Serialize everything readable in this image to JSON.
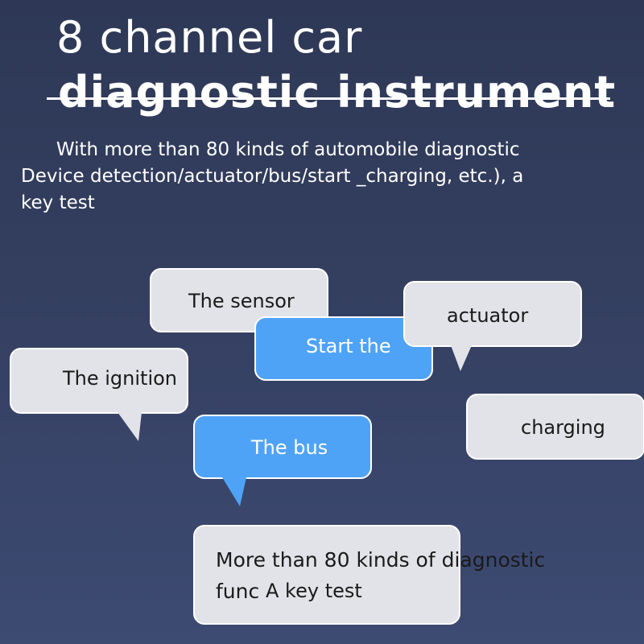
{
  "title": {
    "line1": "8 channel car",
    "line2": "diagnostic instrument"
  },
  "description": {
    "line1": "      With more than 80 kinds of automobile diagnostic",
    "line2": "Device detection/actuator/bus/start _charging, etc.), a",
    "line3": "key test"
  },
  "bubbles": {
    "sensor": "The sensor",
    "start": "Start the",
    "actuator": "actuator",
    "ignition": "The ignition",
    "charging": "charging",
    "bus": "The bus",
    "more_line1": "More than 80 kinds of diagnostic",
    "more_line2_partial": "func",
    "key_test": "A key test"
  },
  "colors": {
    "background": "#343f60",
    "bubble_gray": "#e2e3e8",
    "bubble_blue": "#4fa3f7",
    "text_white": "#ffffff"
  }
}
